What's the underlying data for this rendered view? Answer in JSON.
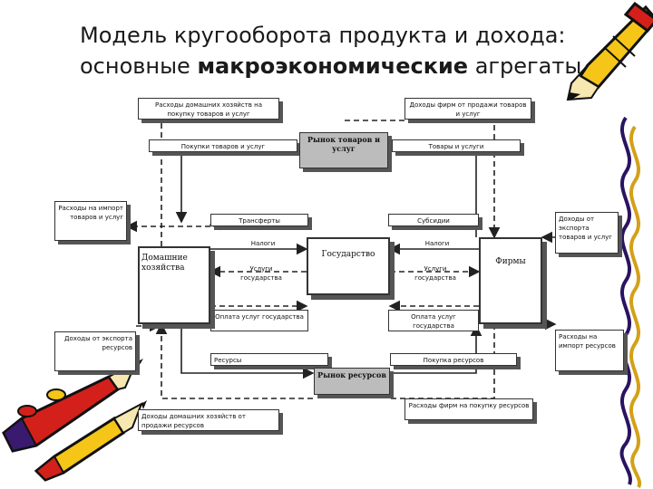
{
  "title": {
    "line1": "Модель кругооборота продукта и дохода:",
    "line2_prefix": "основные ",
    "line2_bold": "макроэкономические",
    "line2_suffix": " агрегаты"
  },
  "nodes": {
    "goods_market": "Рынок товаров и услуг",
    "resource_market": "Рынок ресурсов",
    "households": "Домашние хозяйства",
    "government": "Государство",
    "firms": "Фирмы"
  },
  "flows": {
    "hh_spending_goods": "Расходы домашних хозяйств на покупку товаров и услуг",
    "firm_revenue_sales": "Доходы фирм от продажи товаров и услуг",
    "purchases_goods": "Покупки товаров и услуг",
    "goods_services": "Товары и услуги",
    "transfers": "Трансферты",
    "subsidies": "Субсидии",
    "taxes_left": "Налоги",
    "taxes_right": "Налоги",
    "gov_services_left": "Услуги государства",
    "gov_services_right": "Услуги государства",
    "pay_gov_left": "Оплата услуг государства",
    "pay_gov_right": "Оплата услуг государства",
    "resources": "Ресурсы",
    "resource_purchase": "Покупка ресурсов",
    "hh_income_resources": "Доходы домашних хозяйств от продажи ресурсов",
    "firm_spending_resources": "Расходы фирм на покупку ресурсов"
  },
  "external": {
    "import_goods_spending": "Расходы на импорт товаров и услуг",
    "export_goods_income": "Доходы от экспорта товаров и услуг",
    "export_resources_income": "Доходы от экспорта ресурсов",
    "import_resources_spending": "Расходы на импорт ресурсов"
  },
  "colors": {
    "pencil_yellow": "#f5c518",
    "pencil_red": "#d4201a",
    "pencil_purple": "#3a1a6e",
    "node_gray": "#bcbcbc",
    "line": "#222222"
  },
  "icons": [
    "pencil-top-right-icon",
    "pencils-bottom-left-icon",
    "wavy-border-decoration"
  ]
}
